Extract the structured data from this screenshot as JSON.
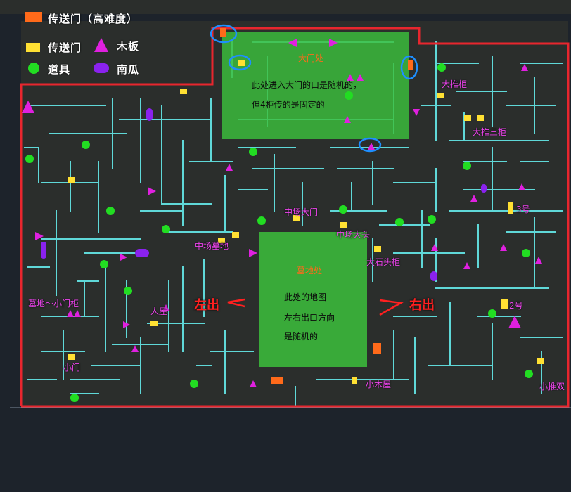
{
  "legend": {
    "items": [
      {
        "symbol": "orange-square",
        "label": "传送门（高难度）",
        "color": "#ff6a1a"
      },
      {
        "symbol": "yellow-square",
        "label": "传送门",
        "color": "#ffe033"
      },
      {
        "symbol": "magenta-triangle",
        "label": "木板",
        "color": "#e020e0"
      },
      {
        "symbol": "green-circle",
        "label": "道具",
        "color": "#22dd22"
      },
      {
        "symbol": "purple-capsule",
        "label": "南瓜",
        "color": "#8a22ee"
      }
    ]
  },
  "zones": {
    "top": {
      "title": "大门处",
      "note_line1": "此处进入大门的口是随机的，",
      "note_line2": "但4柜传的是固定的"
    },
    "center": {
      "title": "墓地处",
      "note_line1": "此处的地图",
      "note_line2": "左右出口方向",
      "note_line3": "是随机的"
    }
  },
  "exits": {
    "left": "左出",
    "right": "右出"
  },
  "places": {
    "big_push_cabinet": "大推柜",
    "big_push_cabinet_3": "大推三柜",
    "no3": "3号",
    "no2": "2号",
    "middle_gate": "中场大门",
    "mid_stone": "中场大头",
    "big_stone_cabinet": "大石头柜",
    "mid_graveyard": "中场墓地",
    "graveyard_small_door_cabinet": "墓地～小门柜",
    "person_room": "人屋",
    "small_door": "小门",
    "small_wood_house": "小木屋",
    "small_push_double": "小推双"
  },
  "colors": {
    "border": "#e8262e",
    "wall": "#5fd8d8",
    "zone": "#3cbf3c",
    "highlight": "#1e8fff"
  }
}
